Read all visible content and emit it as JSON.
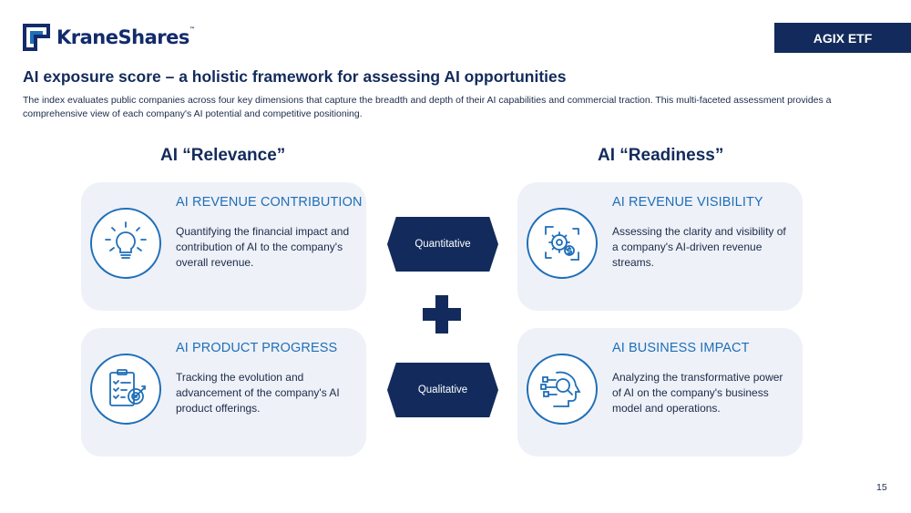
{
  "brand": {
    "name": "KraneShares",
    "trademark": "™"
  },
  "etf_tag": "AGIX ETF",
  "title": "AI exposure score – a holistic framework for assessing AI opportunities",
  "description": "The index evaluates public companies across four key dimensions that capture the breadth and depth of their AI capabilities and commercial traction. This multi-faceted assessment provides a comprehensive view of each company's AI potential and competitive positioning.",
  "columns": {
    "left": "AI “Relevance”",
    "right": "AI “Readiness”"
  },
  "cards": [
    {
      "title": "AI REVENUE CONTRIBUTION",
      "text": "Quantifying the financial impact and contribution of AI to the company's overall revenue.",
      "icon": "lightbulb-icon"
    },
    {
      "title": "AI REVENUE VISIBILITY",
      "text": "Assessing the clarity and visibility of a company's AI-driven revenue streams.",
      "icon": "gear-dollar-cycle-icon"
    },
    {
      "title": "AI PRODUCT PROGRESS",
      "text": "Tracking the evolution and advancement of the company's AI product offerings.",
      "icon": "checklist-target-icon"
    },
    {
      "title": "AI BUSINESS IMPACT",
      "text": "Analyzing the transformative power of AI on the company's business model and operations.",
      "icon": "head-magnifier-icon"
    }
  ],
  "connectors": [
    "Quantitative",
    "Qualitative"
  ],
  "page_number": "15",
  "colors": {
    "navy": "#132b5c",
    "accent_blue": "#1f6fb8",
    "card_bg": "#eef1f7"
  }
}
